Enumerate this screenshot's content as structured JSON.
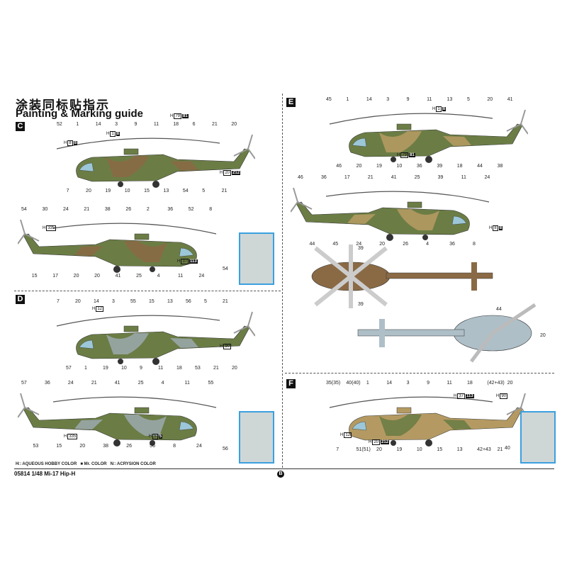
{
  "header": {
    "title_cn": "涂装同标贴指示",
    "title_en": "Painting & Marking guide"
  },
  "sections": [
    {
      "letter": "C",
      "callouts_side1": [
        "52",
        "7",
        "1",
        "20",
        "14",
        "19",
        "3",
        "10",
        "9",
        "15",
        "11",
        "13",
        "18",
        "54",
        "6",
        "5",
        "21",
        "21",
        "20"
      ],
      "callouts_side2": [
        "54",
        "15",
        "30",
        "17",
        "24",
        "20",
        "21",
        "20",
        "38",
        "41",
        "26",
        "25",
        "2",
        "4",
        "36",
        "11",
        "52",
        "24",
        "8"
      ],
      "detail_label": "54"
    },
    {
      "letter": "D",
      "callouts_side1": [
        "7",
        "57",
        "20",
        "1",
        "14",
        "19",
        "3",
        "10",
        "55",
        "9",
        "15",
        "11",
        "13",
        "18",
        "56",
        "53",
        "5",
        "21",
        "21",
        "20"
      ],
      "callouts_side2": [
        "57",
        "53",
        "36",
        "15",
        "24",
        "20",
        "21",
        "38",
        "41",
        "26",
        "25",
        "56",
        "4",
        "8",
        "11",
        "24",
        "55"
      ],
      "detail_label": "56"
    },
    {
      "letter": "E",
      "callouts_side1": [
        "45",
        "46",
        "1",
        "20",
        "14",
        "19",
        "3",
        "10",
        "9",
        "36",
        "11",
        "39",
        "13",
        "18",
        "5",
        "44",
        "20",
        "38",
        "41"
      ],
      "callouts_side2": [
        "46",
        "44",
        "36",
        "45",
        "17",
        "24",
        "21",
        "20",
        "41",
        "26",
        "25",
        "4",
        "39",
        "36",
        "11",
        "8",
        "24"
      ],
      "callouts_top": [
        "39",
        "39"
      ],
      "callouts_bottom": [
        "44",
        "20"
      ]
    },
    {
      "letter": "F",
      "callouts_side1": [
        "35(35)",
        "7",
        "40(40)",
        "51(51)",
        "1",
        "20",
        "14",
        "19",
        "3",
        "10",
        "9",
        "15",
        "11",
        "13",
        "18",
        "42+43",
        "(42+43)",
        "21",
        "20"
      ],
      "detail_label": "40"
    }
  ],
  "color_codes": [
    "H 1 8",
    "H 79 81",
    "H 8 8",
    "H 20 212",
    "H 37 113",
    "H 335",
    "H 12",
    "H 90",
    "H 5 5"
  ],
  "legend": {
    "aqueous": "H□ AQUEOUS HOBBY COLOR",
    "mr": "■ Mr. COLOR",
    "acrysion": "N□ ACRYSION COLOR"
  },
  "footer": {
    "code": "05814 1/48 Mi-17 Hip-H",
    "page": "B"
  },
  "colors": {
    "green": "#6b7d45",
    "brown": "#8a6a45",
    "tan": "#b49a62",
    "grey": "#9aa7a9",
    "bluegrey": "#aebfc8",
    "detail_border": "#3aa0e0"
  }
}
